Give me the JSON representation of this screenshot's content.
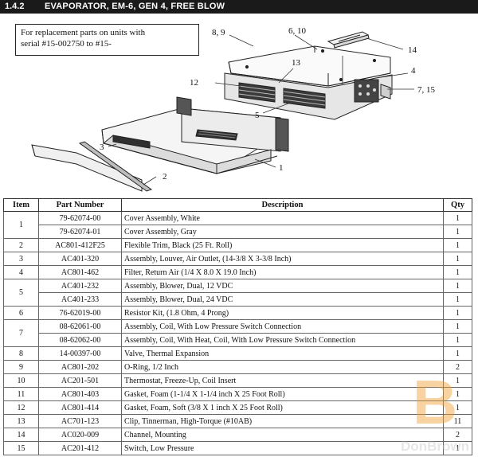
{
  "header": {
    "section_number": "1.4.2",
    "title": "EVAPORATOR, EM-6, GEN 4, FREE BLOW"
  },
  "note": {
    "line1": "For replacement parts on units with",
    "line2": "serial #15-002750 to #15-"
  },
  "callouts": {
    "c89": "8,  9",
    "c610": "6, 10",
    "c14": "14",
    "c13": "13",
    "c4": "4",
    "c715": "7,  15",
    "c12": "12",
    "c5": "5",
    "c3": "3",
    "c2": "2",
    "c1": "1"
  },
  "table": {
    "headers": {
      "item": "Item",
      "part": "Part Number",
      "desc": "Description",
      "qty": "Qty"
    },
    "rows": [
      {
        "item": "1",
        "part": "79-62074-00",
        "desc": "Cover Assembly, White",
        "qty": "1"
      },
      {
        "item": "",
        "part": "79-62074-01",
        "desc": "Cover Assembly, Gray",
        "qty": "1"
      },
      {
        "item": "2",
        "part": "AC801-412F25",
        "desc": "Flexible Trim, Black (25 Ft. Roll)",
        "qty": "1"
      },
      {
        "item": "3",
        "part": "AC401-320",
        "desc": "Assembly, Louver, Air Outlet, (14-3/8 X 3-3/8 Inch)",
        "qty": "1"
      },
      {
        "item": "4",
        "part": "AC801-462",
        "desc": "Filter, Return Air (1/4 X 8.0 X 19.0 Inch)",
        "qty": "1"
      },
      {
        "item": "5",
        "part": "AC401-232",
        "desc": "Assembly, Blower, Dual, 12 VDC",
        "qty": "1"
      },
      {
        "item": "",
        "part": "AC401-233",
        "desc": "Assembly, Blower, Dual, 24 VDC",
        "qty": "1"
      },
      {
        "item": "6",
        "part": "76-62019-00",
        "desc": "Resistor Kit, (1.8 Ohm, 4 Prong)",
        "qty": "1"
      },
      {
        "item": "7",
        "part": "08-62061-00",
        "desc": "Assembly, Coil, With Low Pressure Switch Connection",
        "qty": "1"
      },
      {
        "item": "",
        "part": "08-62062-00",
        "desc": "Assembly, Coil, With Heat, Coil, With Low Pressure Switch Connection",
        "qty": "1"
      },
      {
        "item": "8",
        "part": "14-00397-00",
        "desc": "Valve, Thermal Expansion",
        "qty": "1"
      },
      {
        "item": "9",
        "part": "AC801-202",
        "desc": "O-Ring, 1/2 Inch",
        "qty": "2"
      },
      {
        "item": "10",
        "part": "AC201-501",
        "desc": "Thermostat, Freeze-Up, Coil Insert",
        "qty": "1"
      },
      {
        "item": "11",
        "part": "AC801-403",
        "desc": "Gasket, Foam (1-1/4 X 1-1/4 inch X 25 Foot Roll)",
        "qty": "1"
      },
      {
        "item": "12",
        "part": "AC801-414",
        "desc": "Gasket, Foam, Soft (3/8 X 1 inch X 25 Foot Roll)",
        "qty": "1"
      },
      {
        "item": "13",
        "part": "AC701-123",
        "desc": "Clip, Tinnerman, High-Torque (#10AB)",
        "qty": "11"
      },
      {
        "item": "14",
        "part": "AC020-009",
        "desc": "Channel, Mounting",
        "qty": "2"
      },
      {
        "item": "15",
        "part": "AC201-412",
        "desc": "Switch, Low Pressure",
        "qty": "1"
      }
    ]
  },
  "watermark": {
    "text": "DonBrown",
    "letter": "B"
  },
  "colors": {
    "header_bg": "#1a1a1a",
    "watermark": "#f0a030"
  }
}
